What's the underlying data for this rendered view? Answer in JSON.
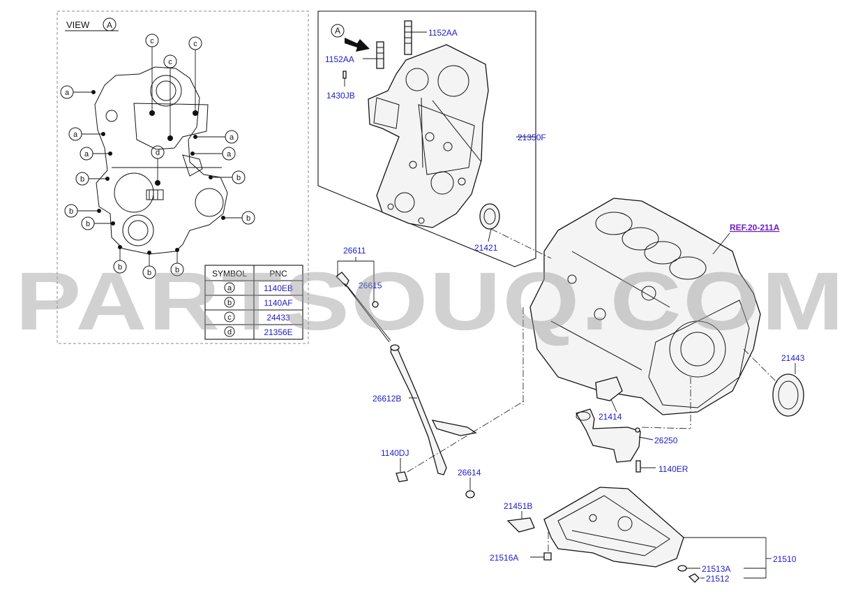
{
  "view_label": "VIEW",
  "view_letter": "A",
  "arrow_letter": "A",
  "symbol_table": {
    "headers": [
      "SYMBOL",
      "PNC"
    ],
    "rows": [
      {
        "symbol": "a",
        "pnc": "1140EB"
      },
      {
        "symbol": "b",
        "pnc": "1140AF"
      },
      {
        "symbol": "c",
        "pnc": "24433"
      },
      {
        "symbol": "d",
        "pnc": "21356E"
      }
    ]
  },
  "parts": {
    "p1152AA_top": "1152AA",
    "p1152AA_left": "1152AA",
    "p1430JB": "1430JB",
    "p21350F": "21350F",
    "p21421": "21421",
    "p26611": "26611",
    "p26615": "26615",
    "p26612B": "26612B",
    "p1140DJ": "1140DJ",
    "p26614": "26614",
    "p21414": "21414",
    "p26250": "26250",
    "p1140ER": "1140ER",
    "p21443": "21443",
    "p21451B": "21451B",
    "p21516A": "21516A",
    "p21513A": "21513A",
    "p21512": "21512",
    "p21510": "21510"
  },
  "reference": "REF.20-211A",
  "watermark": "PARTSOUQ.COM",
  "callouts": {
    "a": "a",
    "b": "b",
    "c": "c",
    "d": "d"
  },
  "colors": {
    "pnc_text": "#1a1acc",
    "reference_text": "#6a1bc4",
    "line": "#111111",
    "watermark": "#9a9a9a"
  }
}
